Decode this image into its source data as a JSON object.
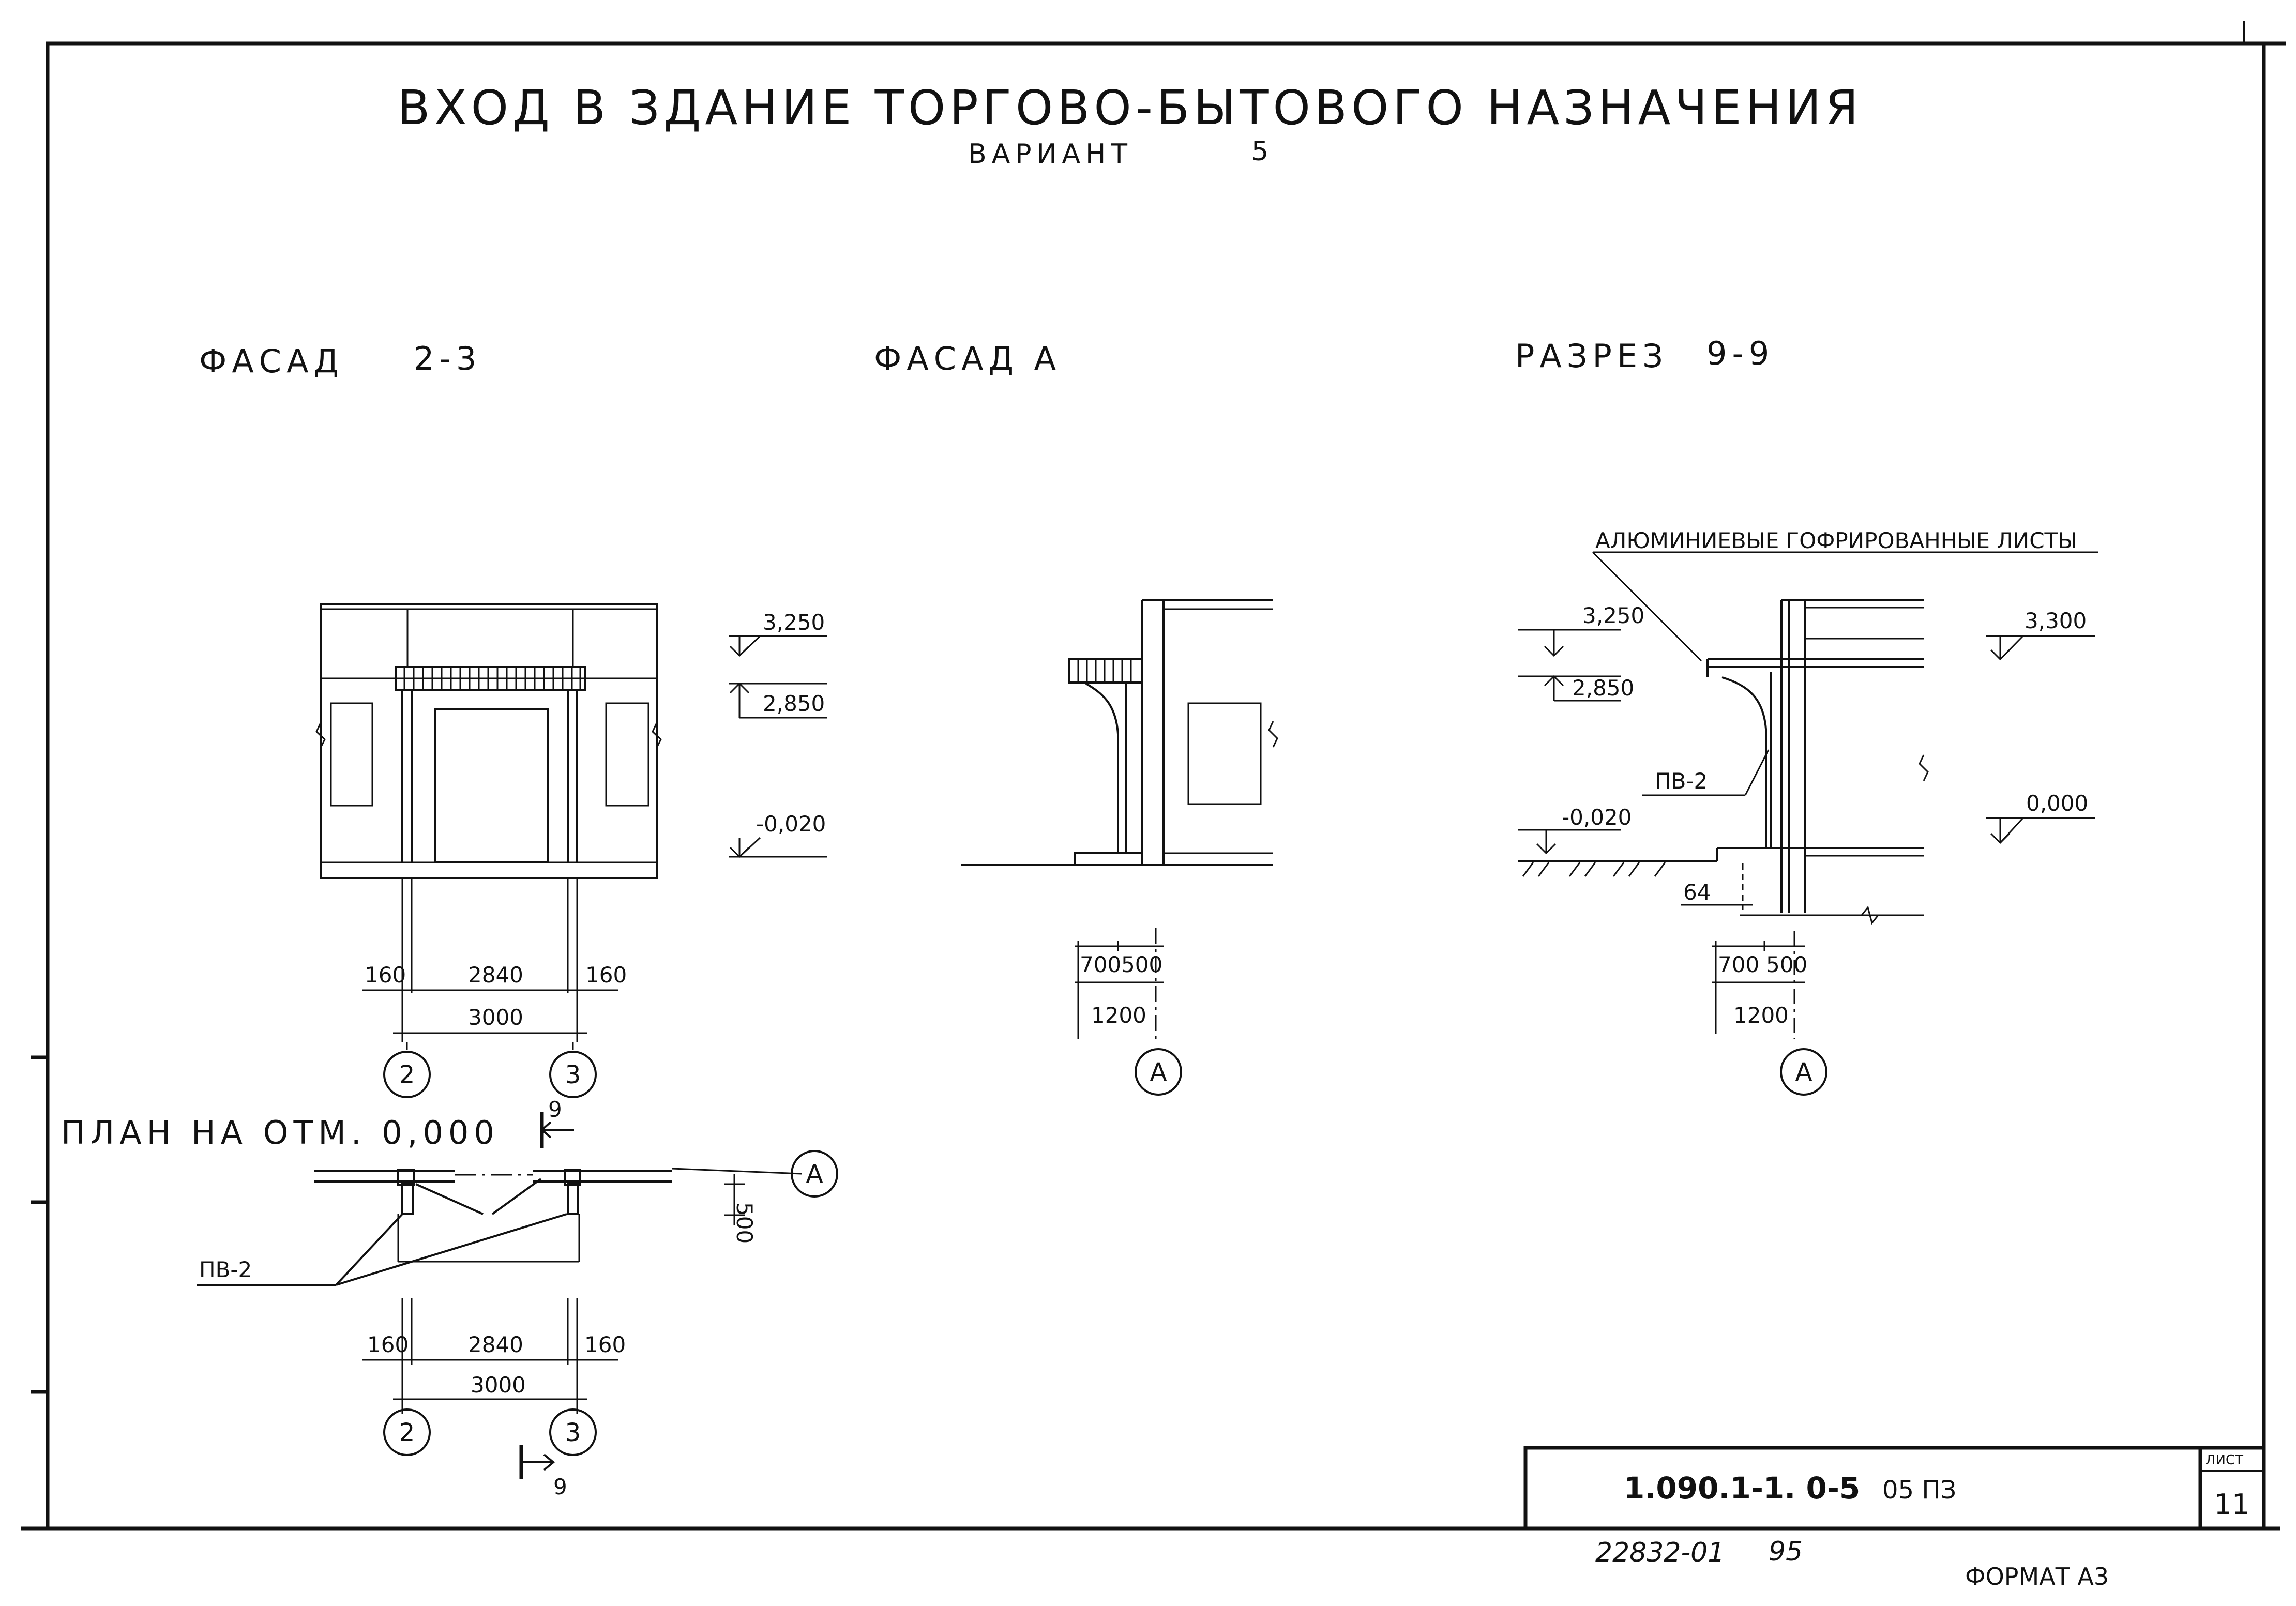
{
  "title": {
    "main": "ВХОД В ЗДАНИЕ ТОРГОВО-БЫТОВОГО НАЗНАЧЕНИЯ",
    "variant_label": "ВАРИАНТ",
    "variant_number": "5"
  },
  "views": {
    "facade_23": {
      "title": "ФАСАД",
      "suffix": "2-3"
    },
    "facade_a": {
      "title": "ФАСАД А"
    },
    "section_99": {
      "title": "РАЗРЕЗ",
      "suffix": "9-9"
    },
    "plan": {
      "title": "ПЛАН НА ОТМ. 0,000",
      "cut_mark_top": "9",
      "cut_mark_bottom": "9"
    }
  },
  "elevations": {
    "facade_23": {
      "top": "3,250",
      "middle": "2,850",
      "bottom": "-0,020"
    },
    "section_left": {
      "top": "3,250",
      "middle": "2,850",
      "bottom": "-0,020"
    },
    "section_right": {
      "top": "3,300",
      "bottom": "0,000"
    }
  },
  "dimensions": {
    "facade_23": {
      "left": "160",
      "center": "2840",
      "right": "160",
      "total": "3000"
    },
    "plan": {
      "left": "160",
      "center": "2840",
      "right": "160",
      "total": "3000",
      "depth": "500"
    },
    "facade_a": {
      "a": "700",
      "b": "500",
      "total": "1200"
    },
    "section": {
      "a": "700",
      "b": "500",
      "total": "1200",
      "step": "64"
    }
  },
  "axes": {
    "facade_left": "2",
    "facade_right": "3",
    "plan_left": "2",
    "plan_right": "3",
    "plan_a": "А",
    "facade_a": "А",
    "section_a": "А"
  },
  "callouts": {
    "section_material": "АЛЮМИНИЕВЫЕ ГОФРИРОВАННЫЕ ЛИСТЫ",
    "section_element": "ПВ-2",
    "plan_element": "ПВ-2"
  },
  "title_block": {
    "designation": "1.090.1-1. 0-5",
    "suffix": "05 ПЗ",
    "sheet_label": "ЛИСТ",
    "sheet_number": "11",
    "inventory": "22832-01",
    "inventory_2": "95",
    "format": "ФОРМАТ А3"
  }
}
